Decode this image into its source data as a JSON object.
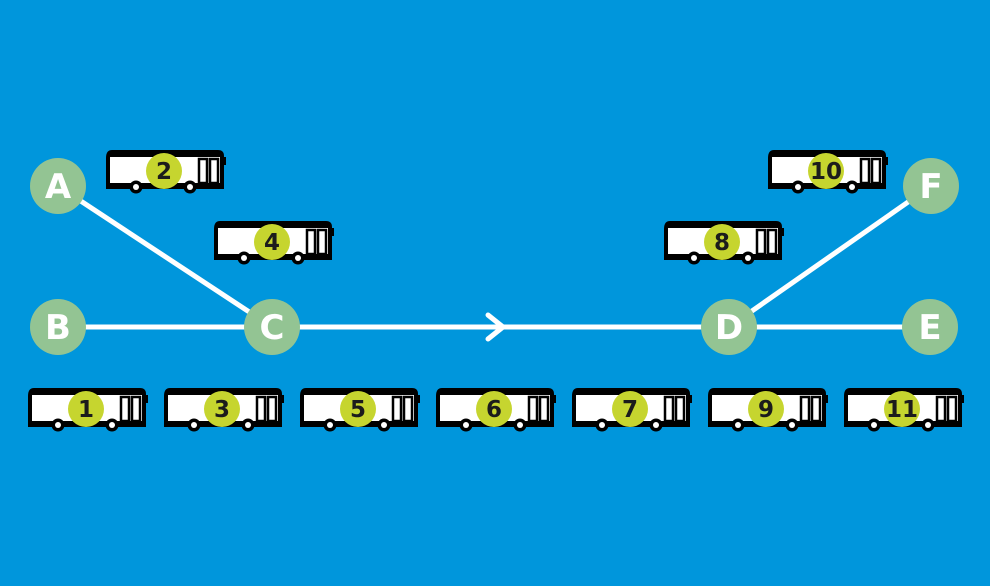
{
  "colors": {
    "background": "#0096dc",
    "route_line": "#ffffff",
    "stop_circle": "#93c493",
    "stop_letter": "#ffffff",
    "bus_body": "#ffffff",
    "bus_outline": "#000000",
    "bus_badge": "#c6d52f",
    "bus_number": "#1c1c1c"
  },
  "stops": [
    {
      "id": "A",
      "label": "A"
    },
    {
      "id": "B",
      "label": "B"
    },
    {
      "id": "C",
      "label": "C"
    },
    {
      "id": "D",
      "label": "D"
    },
    {
      "id": "E",
      "label": "E"
    },
    {
      "id": "F",
      "label": "F"
    }
  ],
  "routes": [
    {
      "from": "A",
      "to": "C"
    },
    {
      "from": "B",
      "to": "C"
    },
    {
      "from": "C",
      "to": "D",
      "direction_arrow": true
    },
    {
      "from": "D",
      "to": "E"
    },
    {
      "from": "D",
      "to": "F"
    }
  ],
  "buses": [
    {
      "number": "1"
    },
    {
      "number": "2"
    },
    {
      "number": "3"
    },
    {
      "number": "4"
    },
    {
      "number": "5"
    },
    {
      "number": "6"
    },
    {
      "number": "7"
    },
    {
      "number": "8"
    },
    {
      "number": "9"
    },
    {
      "number": "10"
    },
    {
      "number": "11"
    }
  ]
}
